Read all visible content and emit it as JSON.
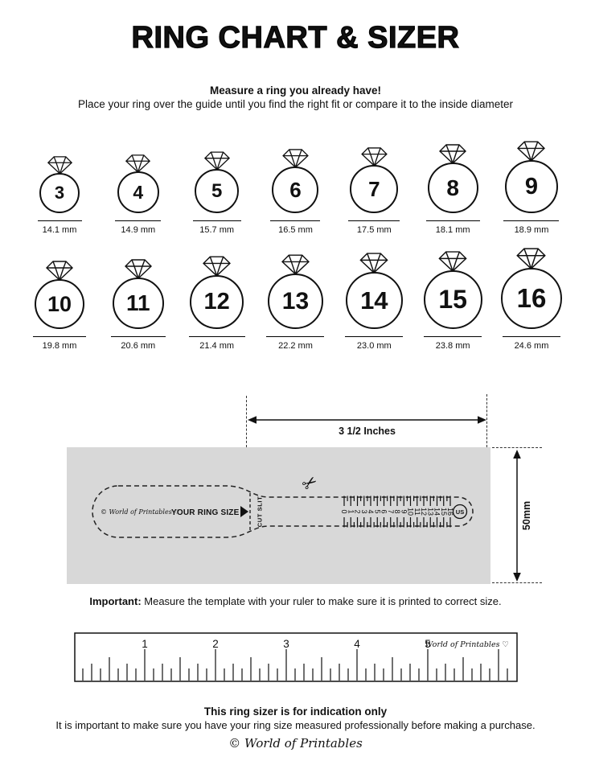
{
  "title": "RING CHART & SIZER",
  "intro": {
    "heading": "Measure a ring you already have!",
    "subheading": "Place your ring over the guide until you find the right fit or compare it to the inside diameter"
  },
  "ring_rows": [
    {
      "items": [
        {
          "size": "3",
          "diameter": "14.1 mm"
        },
        {
          "size": "4",
          "diameter": "14.9 mm"
        },
        {
          "size": "5",
          "diameter": "15.7 mm"
        },
        {
          "size": "6",
          "diameter": "16.5 mm"
        },
        {
          "size": "7",
          "diameter": "17.5 mm"
        },
        {
          "size": "8",
          "diameter": "18.1 mm"
        },
        {
          "size": "9",
          "diameter": "18.9 mm"
        }
      ]
    },
    {
      "items": [
        {
          "size": "10",
          "diameter": "19.8 mm"
        },
        {
          "size": "11",
          "diameter": "20.6 mm"
        },
        {
          "size": "12",
          "diameter": "21.4 mm"
        },
        {
          "size": "13",
          "diameter": "22.2 mm"
        },
        {
          "size": "14",
          "diameter": "23.0 mm"
        },
        {
          "size": "15",
          "diameter": "23.8 mm"
        },
        {
          "size": "16",
          "diameter": "24.6 mm"
        }
      ]
    }
  ],
  "sizer": {
    "width_label": "3 1/2 Inches",
    "height_label": "50mm",
    "brand": "© World of Printables ♡",
    "your_ring_size": "YOUR RING SIZE",
    "cut_slit": "CUT SLIT",
    "scale_numbers": [
      "0",
      "1",
      "2",
      "3",
      "4",
      "5",
      "6",
      "7",
      "8",
      "9",
      "10",
      "11",
      "12",
      "13",
      "14",
      "15",
      "16"
    ],
    "us_label": "US"
  },
  "icons": {
    "scissors": "✂"
  },
  "important": {
    "label": "Important:",
    "text": " Measure the template with your ruler to make sure it is printed to correct size."
  },
  "ruler": {
    "numbers": [
      "1",
      "2",
      "3",
      "4",
      "5"
    ],
    "brand": "World of Printables ♡"
  },
  "footer": {
    "bold": "This ring sizer is for indication only",
    "text": "It is important to make sure you have your ring size measured professionally before making a purchase.",
    "brand": "© World of Printables"
  },
  "colors": {
    "template_bg": "#d8d8d8",
    "ink": "#111111"
  }
}
